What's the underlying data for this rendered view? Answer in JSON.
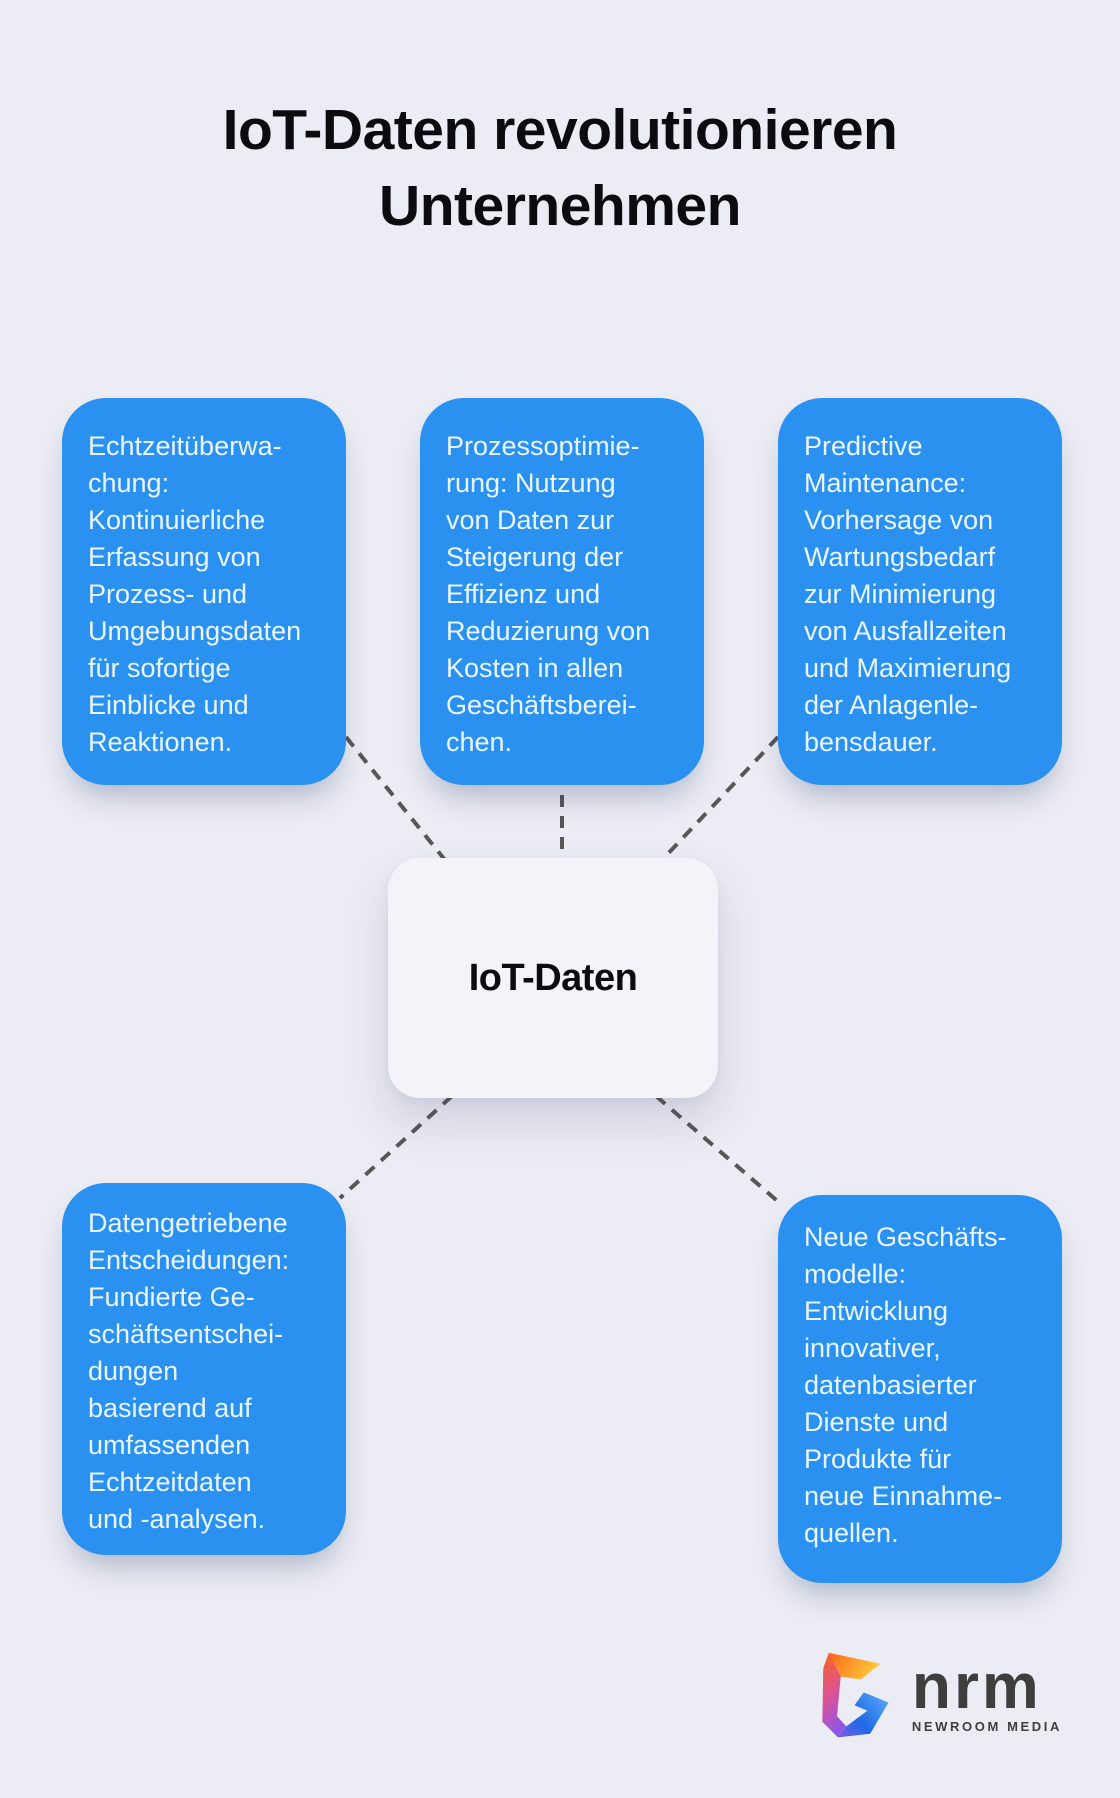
{
  "title": {
    "line1": "IoT-Daten revolutionieren",
    "line2": "Unternehmen"
  },
  "center_node": {
    "label": "IoT-Daten"
  },
  "nodes": [
    {
      "id": "echtzeitueberwachung",
      "text": "Echtzeitüberwa-\nchung:\nKontinuierliche\nErfassung von\nProzess- und\nUmgebungsdaten\nfür sofortige\nEinblicke und\nReaktionen."
    },
    {
      "id": "prozessoptimierung",
      "text": "Prozessoptimie-\nrung: Nutzung\nvon Daten zur\nSteigerung der\nEffizienz und\nReduzierung von\nKosten in allen\nGeschäftsberei-\nchen."
    },
    {
      "id": "predictive-maintenance",
      "text": "Predictive\nMaintenance:\nVorhersage von\nWartungsbedarf\nzur Minimierung\nvon Ausfallzeiten\nund Maximierung\nder Anlagenle-\nbensdauer."
    },
    {
      "id": "datengetriebene-entscheidungen",
      "text": "Datengetriebene\nEntscheidungen:\nFundierte Ge-\nschäftsentschei-\ndungen\nbasierend auf\numfassenden\nEchtzeitdaten\nund -analysen."
    },
    {
      "id": "neue-geschaeftsmodelle",
      "text": "Neue Geschäfts-\nmodelle:\nEntwicklung\ninnovativer,\ndatenbasierter\nDienste und\nProdukte für\nneue Einnahme-\nquellen."
    }
  ],
  "logo": {
    "wordmark": "nrm",
    "subtitle": "NEWROOM MEDIA"
  },
  "colors": {
    "background": "#ECECF4",
    "node_blue": "#2A91F0",
    "node_text": "#EAF6FE",
    "center_node_bg": "#F4F3FA",
    "connector_gray": "#575757",
    "title_black": "#0B0B10",
    "logo_gray": "#3E3E3E",
    "logo_orange": "#F8651B",
    "logo_yellow": "#FFC83A",
    "logo_purple": "#8E57E8",
    "logo_blue": "#1E6AE4"
  }
}
